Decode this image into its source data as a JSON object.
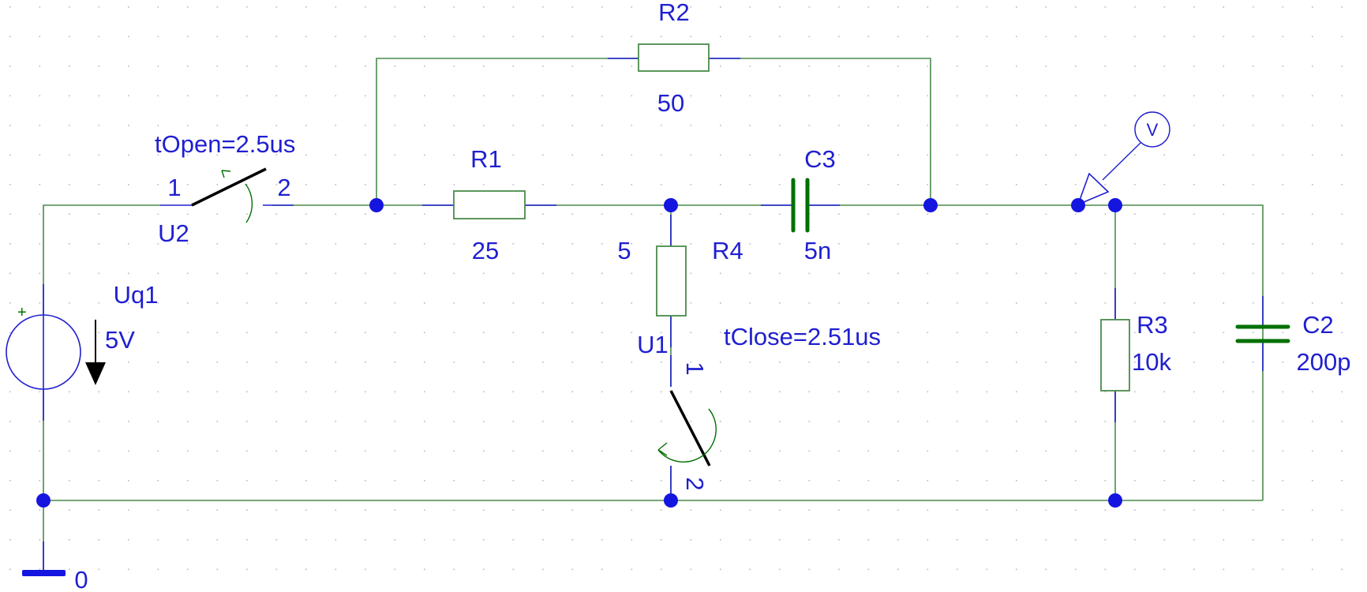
{
  "colors": {
    "background": "#ffffff",
    "grid": "#b8b8c8",
    "wire": "#4a8a4a",
    "pin": "#1f1fd0",
    "label": "#1f1fd0",
    "node": "#1515e0",
    "capacitor": "#007000",
    "switch_blade": "#000000",
    "ground": "#1515e0",
    "source_arrow": "#000000"
  },
  "components": {
    "R1": {
      "name": "R1",
      "value": "25"
    },
    "R2": {
      "name": "R2",
      "value": "50"
    },
    "R3": {
      "name": "R3",
      "value": "10k"
    },
    "R4": {
      "name": "R4",
      "value": "5"
    },
    "C2": {
      "name": "C2",
      "value": "200p"
    },
    "C3": {
      "name": "C3",
      "value": "5n"
    },
    "Uq1": {
      "name": "Uq1",
      "value": "5V",
      "polarity": "+"
    },
    "U1": {
      "name": "U1",
      "param": "tClose=2.51us",
      "pin1": "1",
      "pin2": "2"
    },
    "U2": {
      "name": "U2",
      "param": "tOpen=2.5us",
      "pin1": "1",
      "pin2": "2"
    },
    "ground": {
      "label": "0"
    },
    "probe": {
      "label": "V"
    }
  }
}
